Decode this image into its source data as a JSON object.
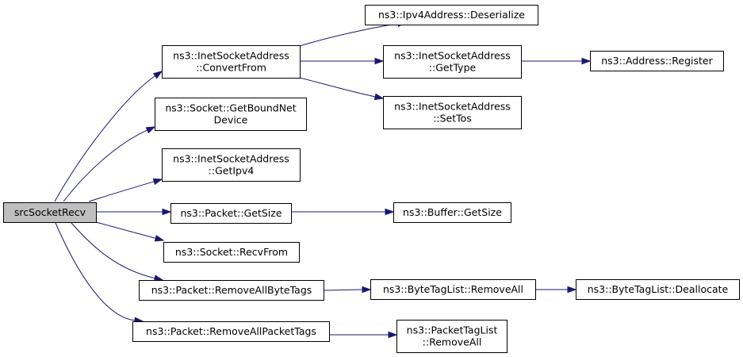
{
  "graph": {
    "nodes": [
      {
        "id": "srcSocketRecv",
        "lines": [
          "srcSocketRecv"
        ],
        "root": true
      },
      {
        "id": "convertFrom",
        "lines": [
          "ns3::InetSocketAddress",
          "::ConvertFrom"
        ]
      },
      {
        "id": "getBoundNetDevice",
        "lines": [
          "ns3::Socket::GetBoundNet",
          "Device"
        ]
      },
      {
        "id": "getIpv4",
        "lines": [
          "ns3::InetSocketAddress",
          "::GetIpv4"
        ]
      },
      {
        "id": "packetGetSize",
        "lines": [
          "ns3::Packet::GetSize"
        ]
      },
      {
        "id": "recvFrom",
        "lines": [
          "ns3::Socket::RecvFrom"
        ]
      },
      {
        "id": "removeAllByteTags",
        "lines": [
          "ns3::Packet::RemoveAllByteTags"
        ]
      },
      {
        "id": "removeAllPacketTags",
        "lines": [
          "ns3::Packet::RemoveAllPacketTags"
        ]
      },
      {
        "id": "ipv4Deserialize",
        "lines": [
          "ns3::Ipv4Address::Deserialize"
        ]
      },
      {
        "id": "getType",
        "lines": [
          "ns3::InetSocketAddress",
          "::GetType"
        ]
      },
      {
        "id": "setTos",
        "lines": [
          "ns3::InetSocketAddress",
          "::SetTos"
        ]
      },
      {
        "id": "addressRegister",
        "lines": [
          "ns3::Address::Register"
        ]
      },
      {
        "id": "bufferGetSize",
        "lines": [
          "ns3::Buffer::GetSize"
        ]
      },
      {
        "id": "byteTagListRemoveAll",
        "lines": [
          "ns3::ByteTagList::RemoveAll"
        ]
      },
      {
        "id": "byteTagListDeallocate",
        "lines": [
          "ns3::ByteTagList::Deallocate"
        ]
      },
      {
        "id": "packetTagListRemoveAll",
        "lines": [
          "ns3::PacketTagList",
          "::RemoveAll"
        ]
      }
    ],
    "edges": [
      [
        "srcSocketRecv",
        "convertFrom"
      ],
      [
        "srcSocketRecv",
        "getBoundNetDevice"
      ],
      [
        "srcSocketRecv",
        "getIpv4"
      ],
      [
        "srcSocketRecv",
        "packetGetSize"
      ],
      [
        "srcSocketRecv",
        "recvFrom"
      ],
      [
        "srcSocketRecv",
        "removeAllByteTags"
      ],
      [
        "srcSocketRecv",
        "removeAllPacketTags"
      ],
      [
        "convertFrom",
        "ipv4Deserialize"
      ],
      [
        "convertFrom",
        "getType"
      ],
      [
        "convertFrom",
        "setTos"
      ],
      [
        "getType",
        "addressRegister"
      ],
      [
        "packetGetSize",
        "bufferGetSize"
      ],
      [
        "removeAllByteTags",
        "byteTagListRemoveAll"
      ],
      [
        "byteTagListRemoveAll",
        "byteTagListDeallocate"
      ],
      [
        "removeAllPacketTags",
        "packetTagListRemoveAll"
      ]
    ]
  }
}
